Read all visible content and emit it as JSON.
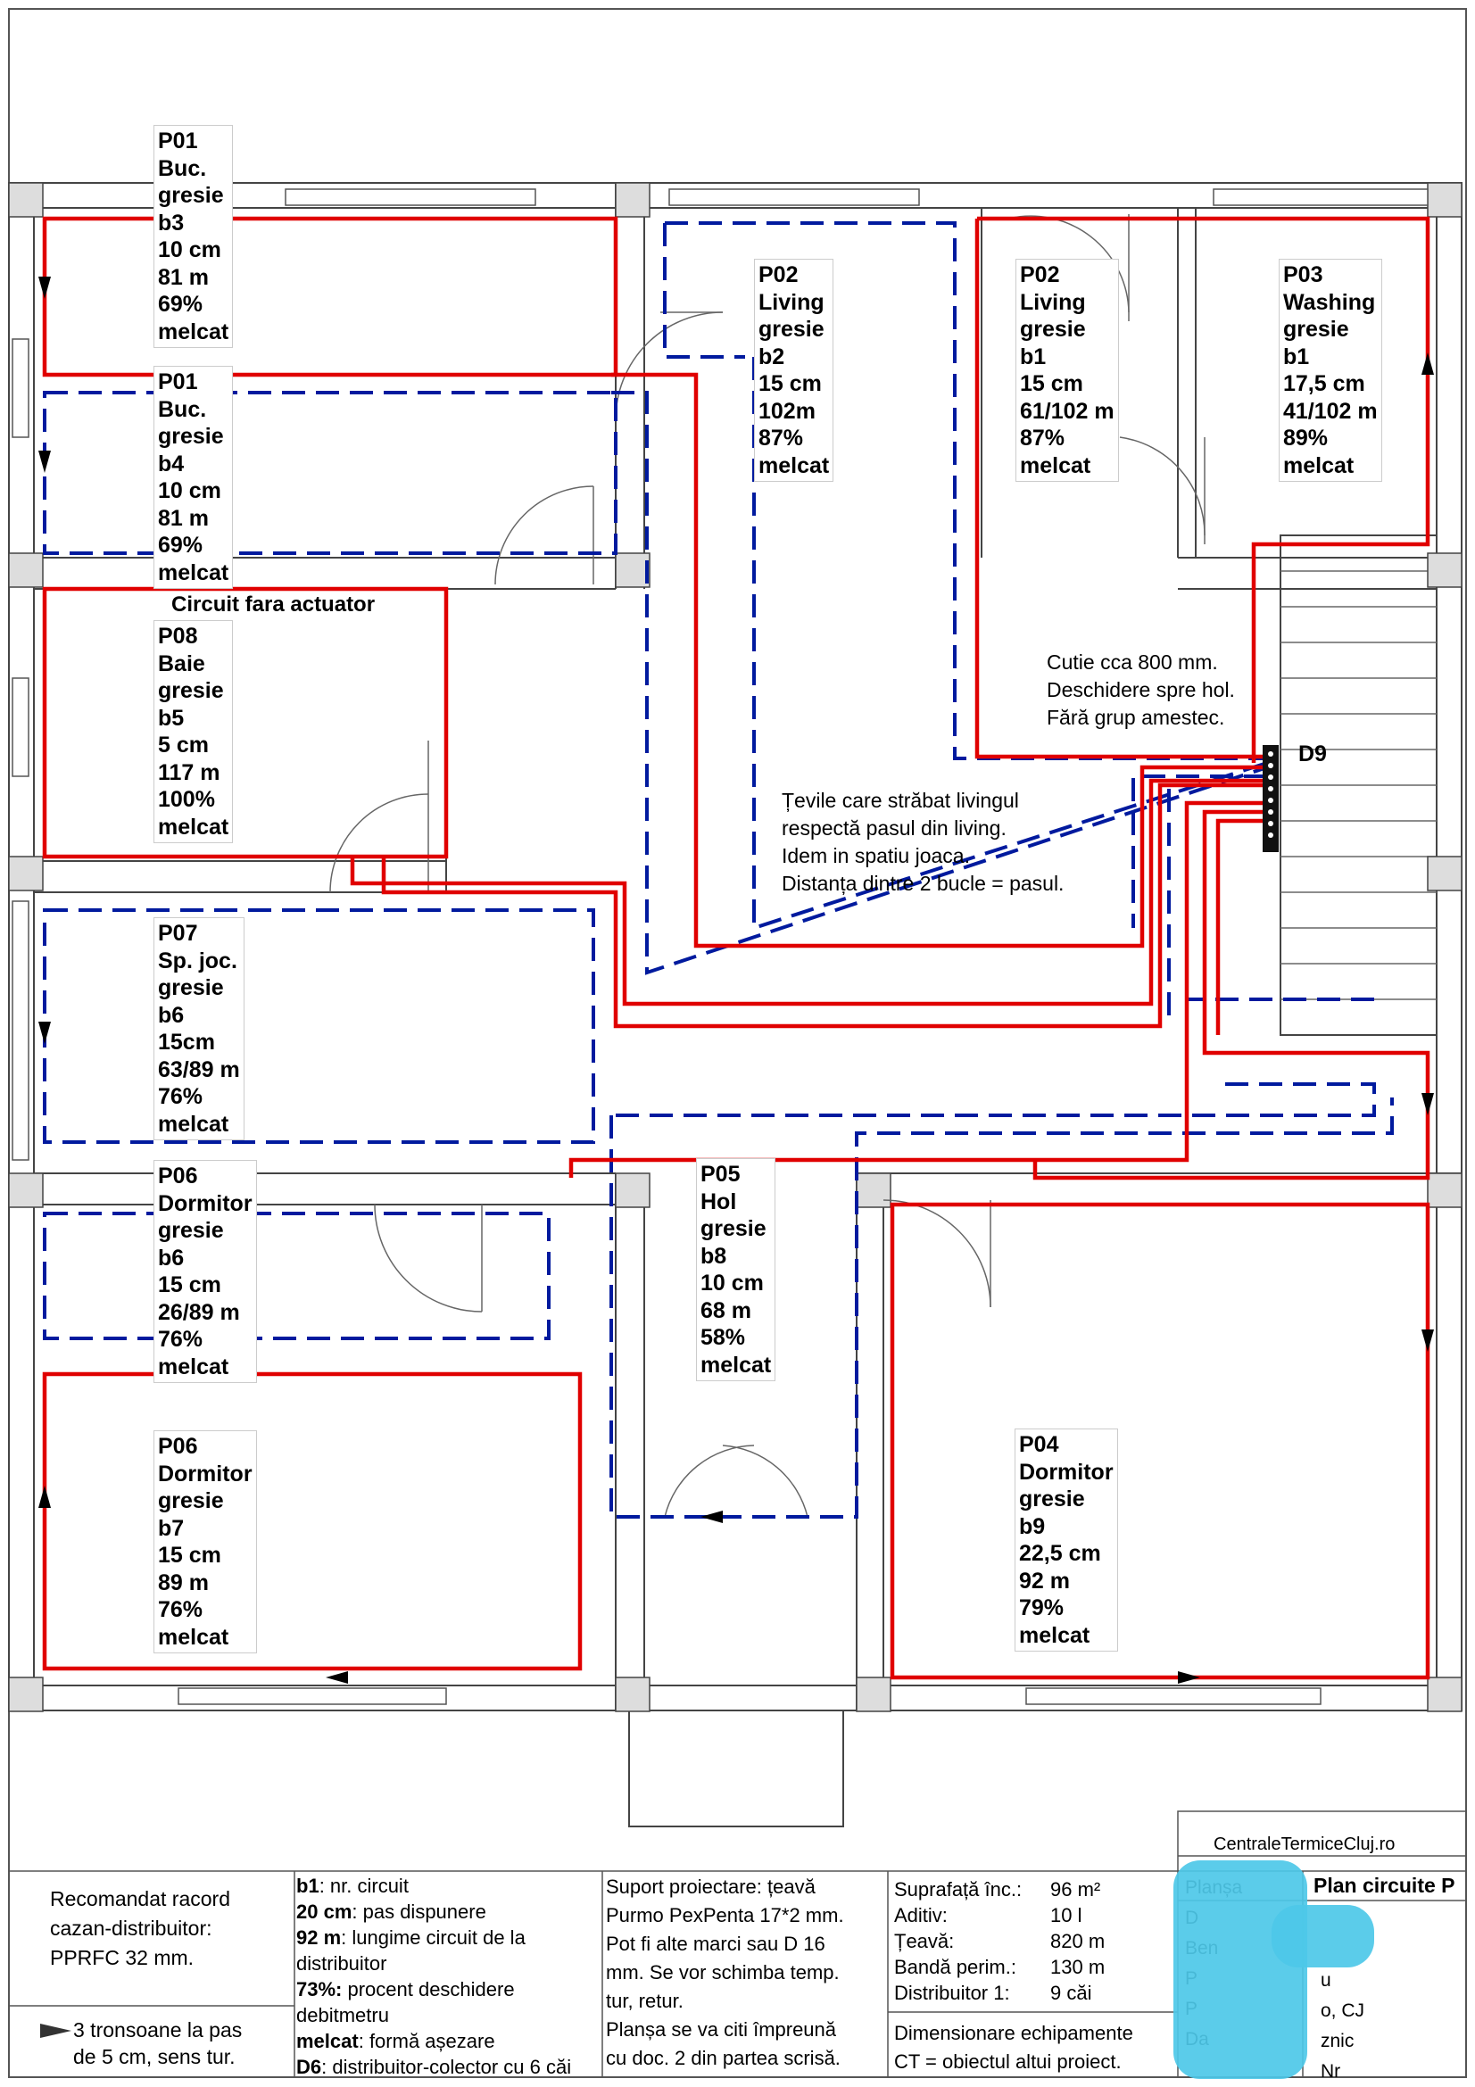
{
  "rooms": [
    {
      "id": "p01a",
      "lines": [
        "P01",
        "Buc.",
        "gresie",
        "b3",
        "10 cm",
        "81 m",
        "69%",
        "melcat"
      ]
    },
    {
      "id": "p01b",
      "lines": [
        "P01",
        "Buc.",
        "gresie",
        "b4",
        "10 cm",
        "81 m",
        "69%",
        "melcat"
      ]
    },
    {
      "id": "p02a",
      "lines": [
        "P02",
        "Living",
        "gresie",
        "b2",
        "15 cm",
        "102m",
        "87%",
        "melcat"
      ]
    },
    {
      "id": "p02b",
      "lines": [
        "P02",
        "Living",
        "gresie",
        "b1",
        "15 cm",
        "61/102 m",
        "87%",
        "melcat"
      ]
    },
    {
      "id": "p03",
      "lines": [
        "P03",
        "Washing",
        "gresie",
        "b1",
        "17,5 cm",
        "41/102 m",
        "89%",
        "melcat"
      ]
    },
    {
      "id": "p08",
      "lines": [
        "P08",
        "Baie",
        "gresie",
        "b5",
        "5 cm",
        "117 m",
        "100%",
        "melcat"
      ]
    },
    {
      "id": "p07",
      "lines": [
        "P07",
        "Sp. joc.",
        "gresie",
        "b6",
        "15cm",
        "63/89 m",
        "76%",
        "melcat"
      ]
    },
    {
      "id": "p06a",
      "lines": [
        "P06",
        "Dormitor",
        "gresie",
        "b6",
        "15 cm",
        "26/89 m",
        "76%",
        "melcat"
      ]
    },
    {
      "id": "p05",
      "lines": [
        "P05",
        "Hol",
        "gresie",
        "b8",
        "10 cm",
        "68 m",
        "58%",
        "melcat"
      ]
    },
    {
      "id": "p06b",
      "lines": [
        "P06",
        "Dormitor",
        "gresie",
        "b7",
        "15 cm",
        "89 m",
        "76%",
        "melcat"
      ]
    },
    {
      "id": "p04",
      "lines": [
        "P04",
        "Dormitor",
        "gresie",
        "b9",
        "22,5 cm",
        "92 m",
        "79%",
        "melcat"
      ]
    }
  ],
  "notes": {
    "no_actuator": "Circuit fara actuator",
    "box": [
      "Cutie cca 800 mm.",
      "Deschidere spre hol.",
      "Fără grup amestec."
    ],
    "distributor": "D9",
    "pipes": [
      "Țevile care străbat livingul",
      "respectă pasul din living.",
      "Idem in spatiu joaca.",
      "Distanța dintre 2 bucle = pasul."
    ]
  },
  "legend": {
    "recommend": [
      "Recomandat racord",
      "cazan-distribuitor:",
      "PPRFC 32 mm."
    ],
    "arrow_note": [
      "3 tronsoane la pas",
      "de 5 cm, sens tur."
    ],
    "defs": [
      {
        "k": "b1",
        "v": ": nr. circuit"
      },
      {
        "k": "20 cm",
        "v": ": pas dispunere"
      },
      {
        "k": "92 m",
        "v": ": lungime circuit de la"
      },
      {
        "k": "",
        "v": "distribuitor"
      },
      {
        "k": "73%:",
        "v": " procent deschidere"
      },
      {
        "k": "",
        "v": "debitmetru"
      },
      {
        "k": "melcat",
        "v": ": formă așezare"
      },
      {
        "k": "D6",
        "v": ": distribuitor-colector cu 6 căi"
      }
    ],
    "support": [
      "Suport proiectare: țeavă",
      "Purmo PexPenta 17*2 mm.",
      "Pot fi alte marci sau D 16",
      "mm. Se vor schimba temp.",
      "tur, retur.",
      "Planșa se va citi împreună",
      "cu doc. 2 din partea scrisă."
    ],
    "specs": [
      {
        "k": "Suprafață înc.:",
        "v": "96 m²"
      },
      {
        "k": "Aditiv:",
        "v": "10 l"
      },
      {
        "k": "Țeavă:",
        "v": "820 m"
      },
      {
        "k": "Bandă perim.:",
        "v": "130 m"
      },
      {
        "k": "Distribuitor 1:",
        "v": "9 căi"
      }
    ],
    "dims": [
      "Dimensionare echipamente",
      "CT = obiectul altui proiect."
    ],
    "brand": "CentraleTermiceCluj.ro",
    "sheet": "Plan circuite P",
    "tb_left": [
      "Planșa",
      "D",
      "Ben",
      "P",
      "P",
      "Da"
    ],
    "tb_right": [
      "",
      "",
      "u",
      "o, CJ",
      "znic",
      "Nr"
    ]
  },
  "colors": {
    "supply": "#e00000",
    "return": "#001a9e",
    "wall": "#444444"
  }
}
